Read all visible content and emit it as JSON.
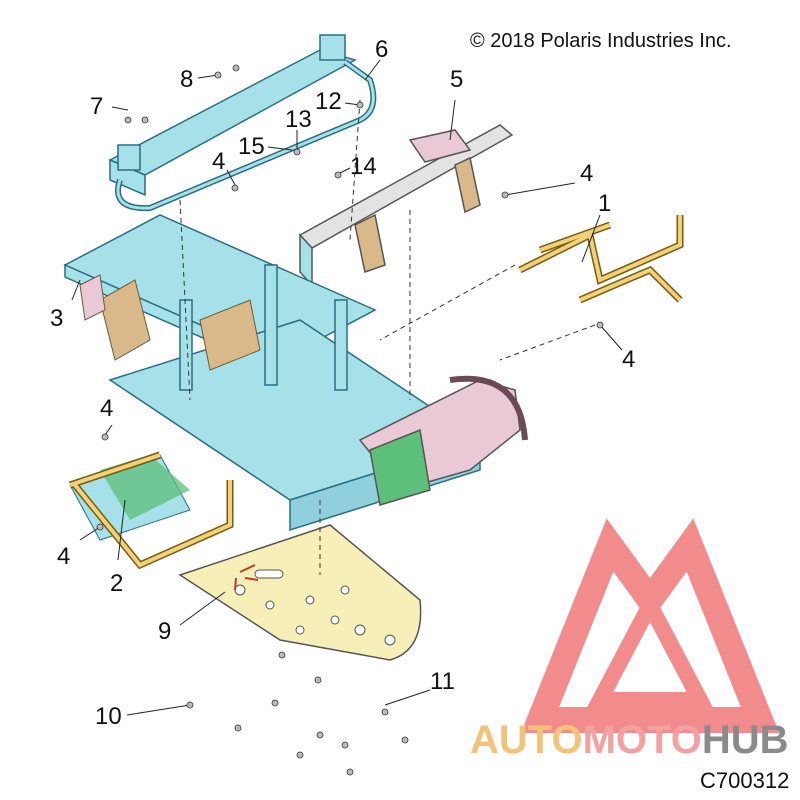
{
  "copyright": "© 2018 Polaris Industries Inc.",
  "part_code": "C700312",
  "callouts": [
    {
      "id": "c1",
      "text": "1"
    },
    {
      "id": "c2",
      "text": "2"
    },
    {
      "id": "c3",
      "text": "3"
    },
    {
      "id": "c4a",
      "text": "4"
    },
    {
      "id": "c4b",
      "text": "4"
    },
    {
      "id": "c4c",
      "text": "4"
    },
    {
      "id": "c4d",
      "text": "4"
    },
    {
      "id": "c4e",
      "text": "4"
    },
    {
      "id": "c5",
      "text": "5"
    },
    {
      "id": "c6",
      "text": "6"
    },
    {
      "id": "c7",
      "text": "7"
    },
    {
      "id": "c8",
      "text": "8"
    },
    {
      "id": "c9",
      "text": "9"
    },
    {
      "id": "c10",
      "text": "10"
    },
    {
      "id": "c11",
      "text": "11"
    },
    {
      "id": "c12",
      "text": "12"
    },
    {
      "id": "c13",
      "text": "13"
    },
    {
      "id": "c14",
      "text": "14"
    },
    {
      "id": "c15",
      "text": "15"
    }
  ],
  "watermark": {
    "part1": "AUTO",
    "part2": "MOTO",
    "part3": "HUB"
  },
  "colors": {
    "frame": "#a6e0e8",
    "frame_stroke": "#2a6f80",
    "gold": "#efd27a",
    "gold_stroke": "#7a5a10",
    "pink": "#e9c9d6",
    "tan": "#d9b98a",
    "green": "#5cbf7a",
    "skid": "#f6f0b8",
    "watermark_red": "#f07878"
  }
}
